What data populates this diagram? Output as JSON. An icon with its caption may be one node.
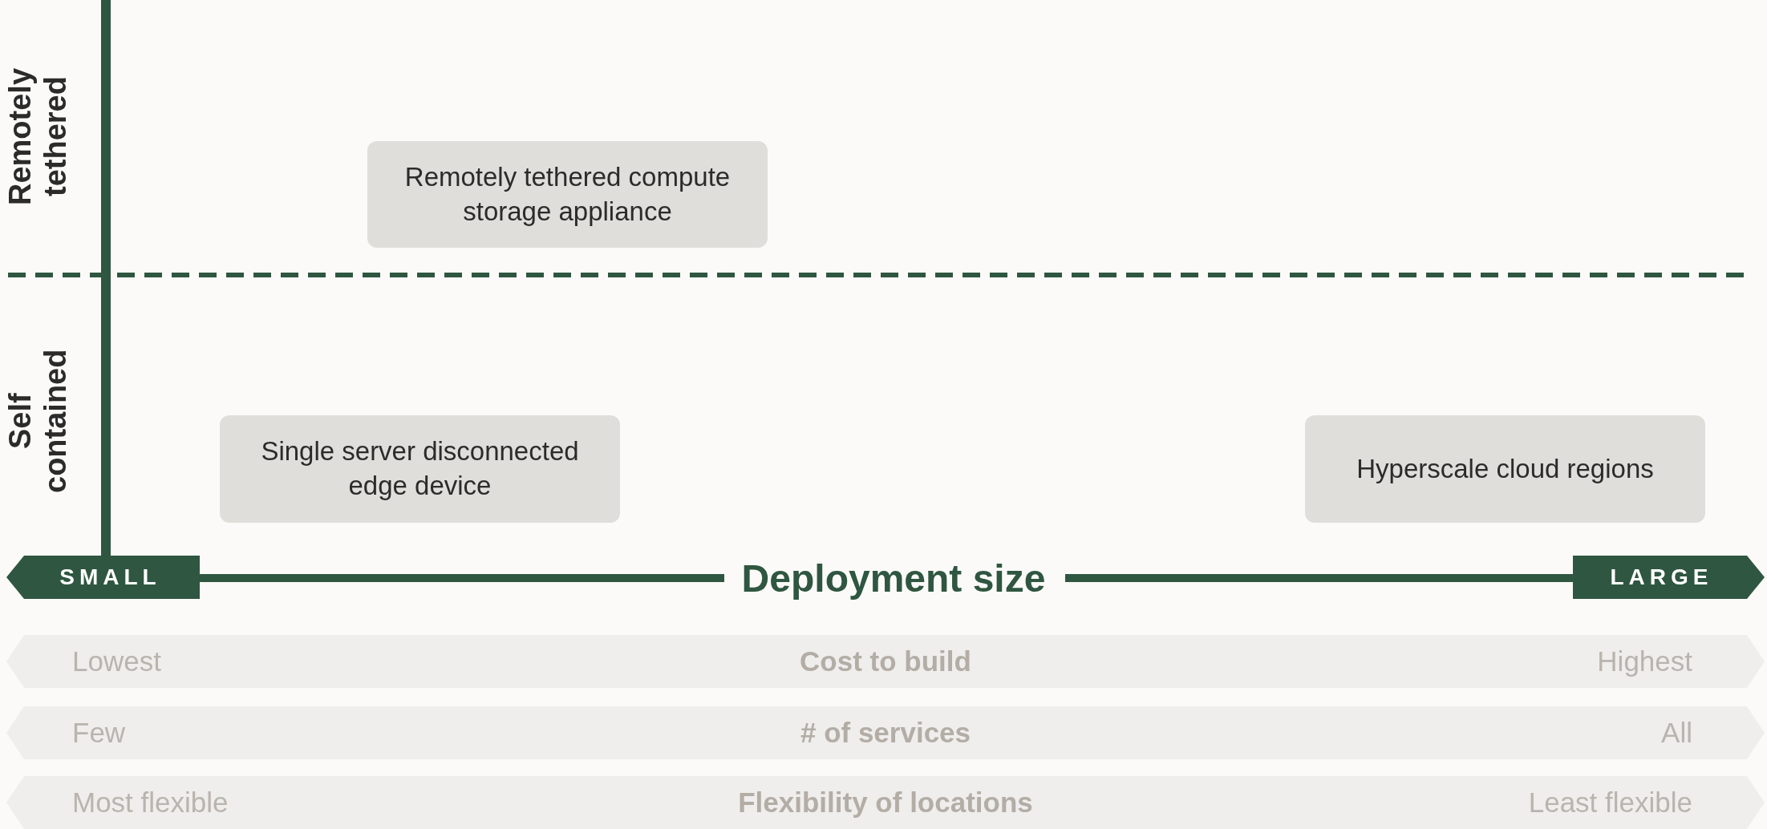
{
  "diagram": {
    "nodes": [
      {
        "text": [
          "Remotely tethered compute storage appliance"
        ]
      },
      {
        "text": [
          "Single server disconnected edge device"
        ]
      },
      {
        "text": [
          "Hyperscale cloud regions"
        ]
      },
      {
        "text": [
          "SMALL"
        ]
      },
      {
        "text": [
          "LARGE"
        ]
      },
      {
        "text": [
          "Lowest",
          "Cost to build",
          "Highest"
        ]
      },
      {
        "text": [
          "Few",
          "# of services",
          "All"
        ]
      },
      {
        "text": [
          "Most flexible",
          "Flexibility of locations",
          "Least flexible"
        ]
      }
    ],
    "labels": [
      "Remotely tethered",
      "Self contained",
      "Deployment size"
    ]
  }
}
